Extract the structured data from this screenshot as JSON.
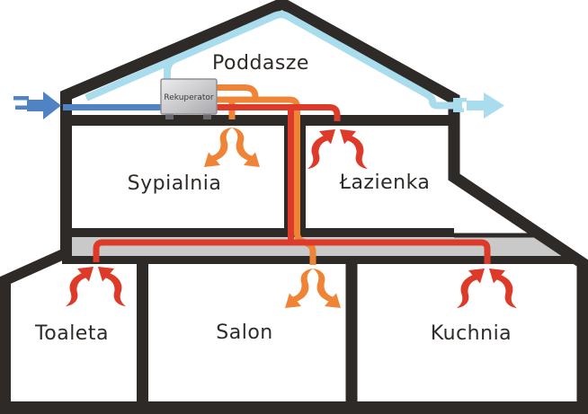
{
  "diagram": {
    "attic_label": "Poddasze",
    "device_label": "Rekuperator",
    "rooms": {
      "bedroom": "Sypialnia",
      "bathroom": "Łazienka",
      "toilet": "Toaleta",
      "living_room": "Salon",
      "kitchen": "Kuchnia"
    }
  },
  "colors": {
    "wall": "#2e2a27",
    "slab": "#c9c9c9",
    "supply": "#ef8436",
    "extract": "#dd3a2a",
    "intake": "#4f83c4",
    "exhaust": "#a9dcec",
    "text": "#2e2a27"
  }
}
